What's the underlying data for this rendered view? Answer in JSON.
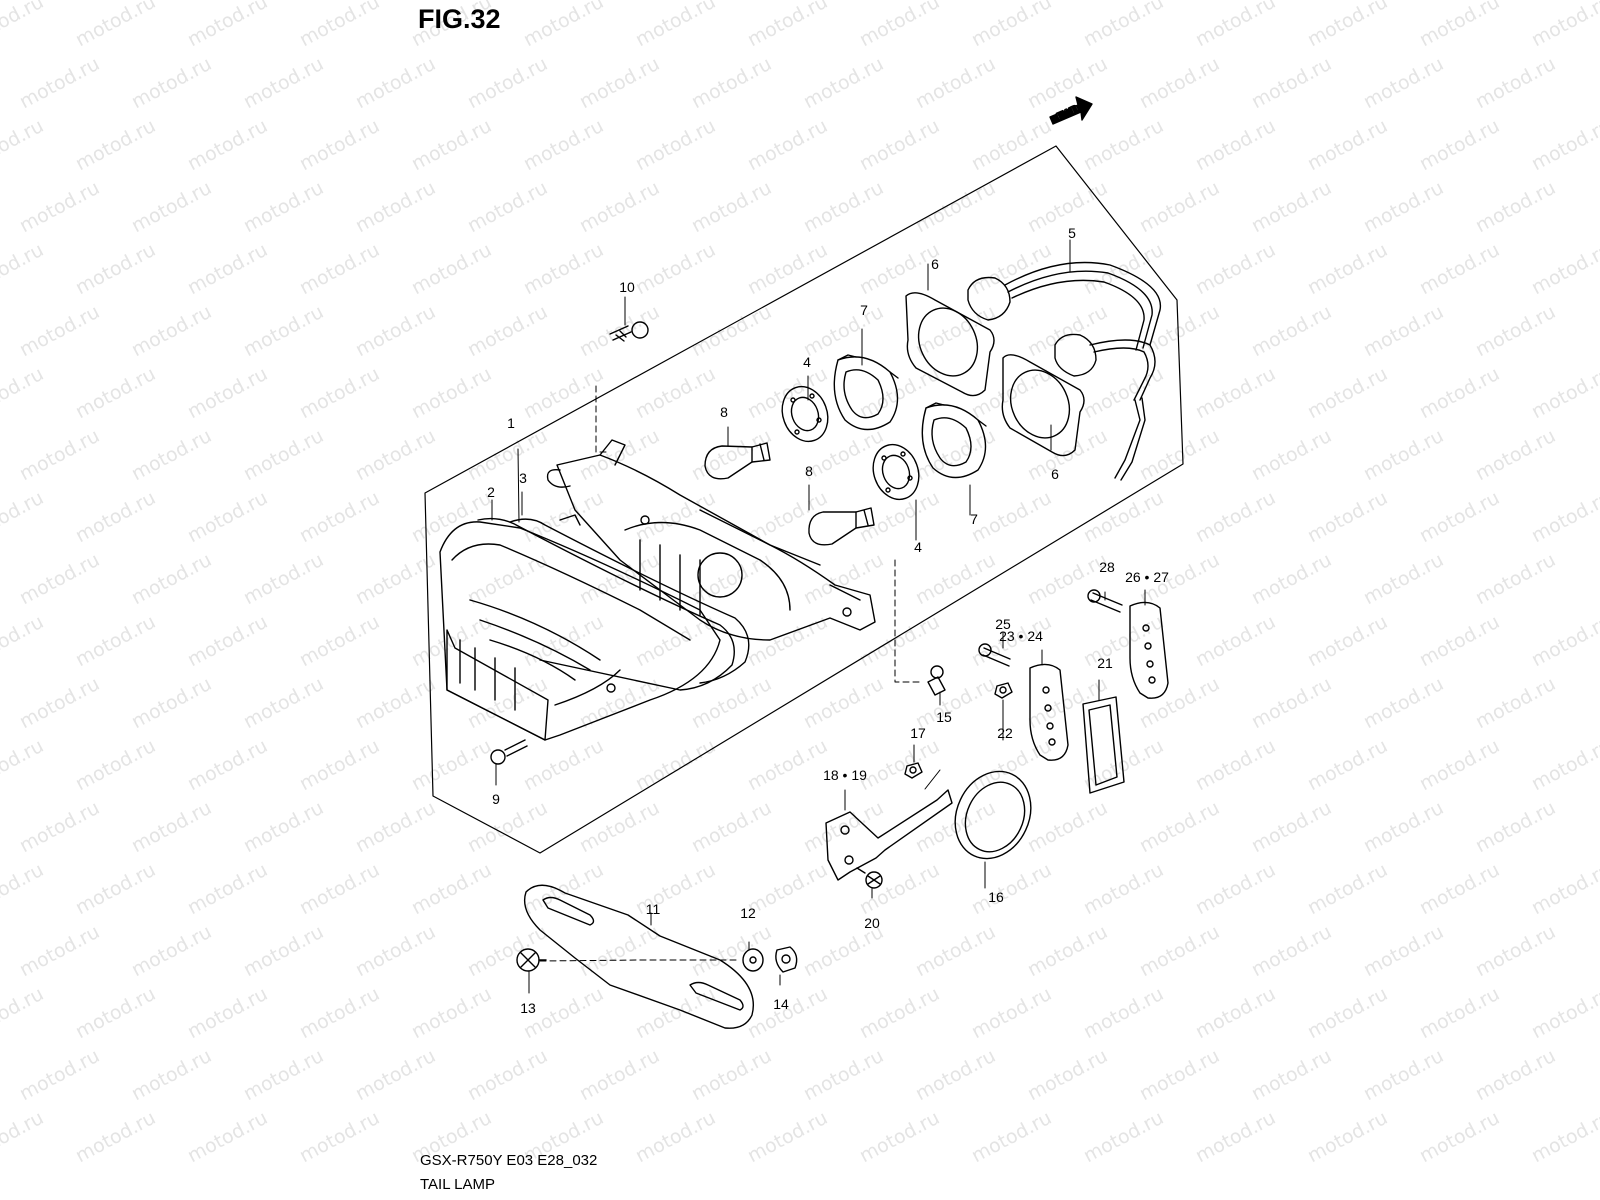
{
  "figure": {
    "title": "FIG.32",
    "model_code": "GSX-R750Y E03 E28_032",
    "caption": "TAIL LAMP",
    "direction_badge": "FWD",
    "watermark": "motod.ru"
  },
  "callouts": [
    "1",
    "2",
    "3",
    "4",
    "4",
    "5",
    "6",
    "6",
    "7",
    "7",
    "8",
    "8",
    "9",
    "10",
    "11",
    "12",
    "13",
    "14",
    "15",
    "16",
    "17",
    "18 • 19",
    "20",
    "21",
    "22",
    "23 • 24",
    "25",
    "26 • 27",
    "28"
  ]
}
